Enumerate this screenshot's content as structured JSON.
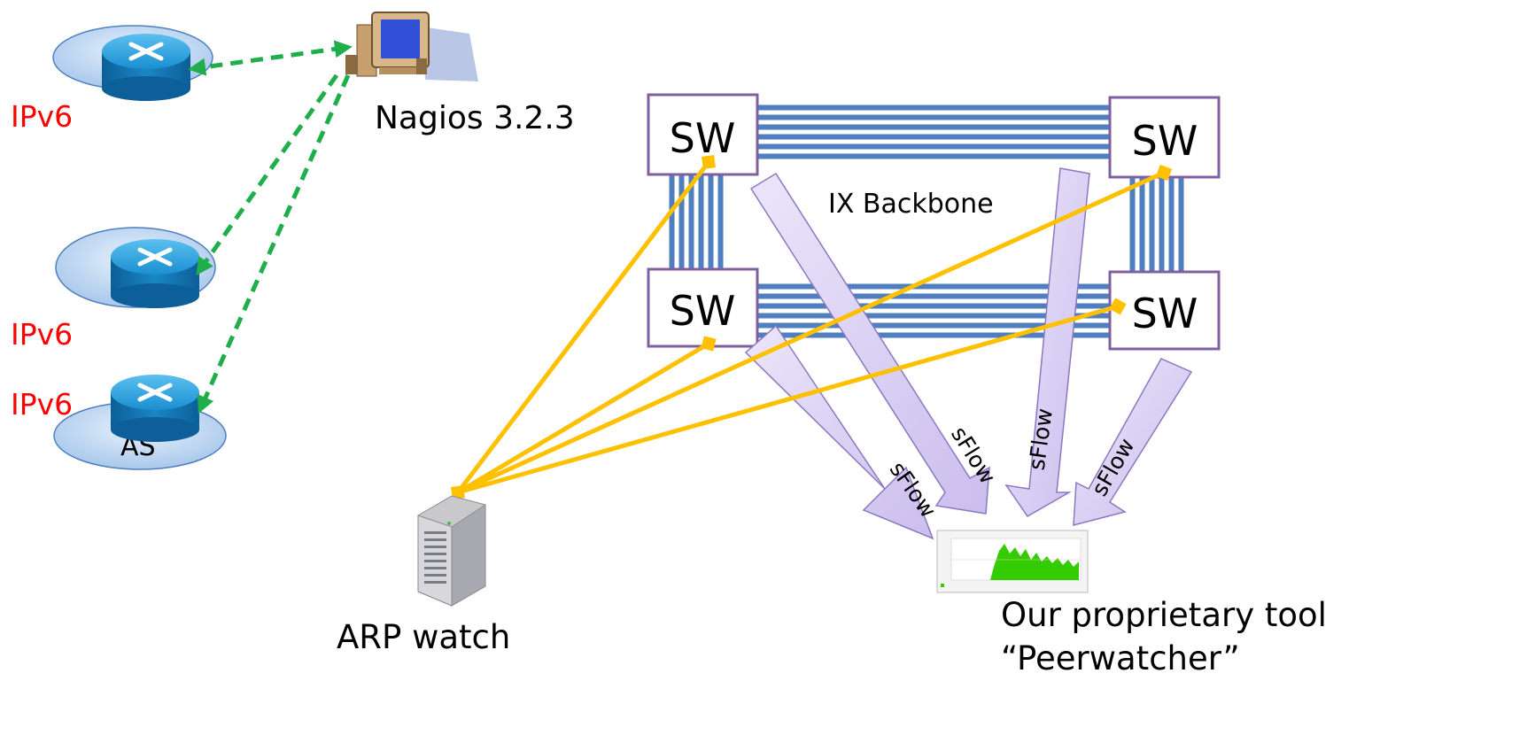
{
  "labels": {
    "ipv6_1": "IPv6",
    "ipv6_2": "IPv6",
    "ipv6_3": "IPv6",
    "as": "AS",
    "nagios": "Nagios 3.2.3",
    "backbone": "IX Backbone",
    "arp_watch": "ARP watch",
    "tool_line1": "Our proprietary tool",
    "tool_line2": "“Peerwatcher”"
  },
  "switches": [
    "SW",
    "SW",
    "SW",
    "SW"
  ],
  "flows": [
    "sFlow",
    "sFlow",
    "sFlow",
    "sFlow"
  ],
  "colors": {
    "ipv6_text": "#ff0000",
    "switch_border": "#7f5fa0",
    "trunk_blue": "#4f7fbf",
    "arp_line": "#ffc000",
    "nagios_line": "#1fae4a",
    "flow_fill": "#d9cef0",
    "flow_stroke": "#8a78c0",
    "router_blue": "#1f8ecf",
    "disc_fill": "#c5dcf3"
  }
}
